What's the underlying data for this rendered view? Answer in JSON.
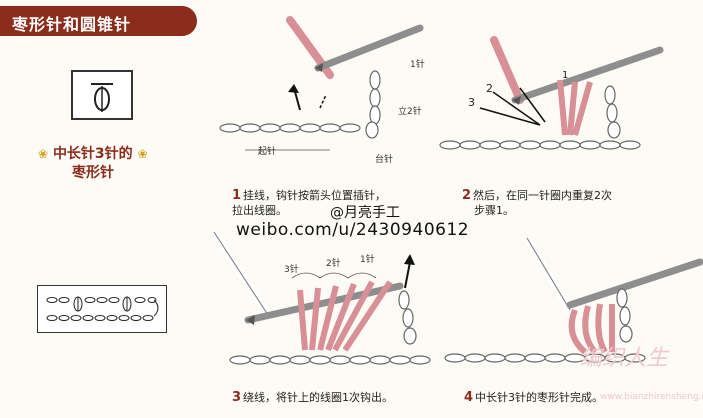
{
  "title": "枣形针和圆锥针",
  "symbol": {
    "glyph": "Ø"
  },
  "stitch_name": {
    "line1": "中长针3针的",
    "line2": "枣形针"
  },
  "steps": [
    {
      "num": "1",
      "line1": "挂线，钩针按箭头位置插针，",
      "line2": "拉出线圈。"
    },
    {
      "num": "2",
      "line1": "然后，在同一针圈内重复2次",
      "line2": "步骤1。"
    },
    {
      "num": "3",
      "line1": "绕线，将针上的线圈1次钩出。",
      "line2": ""
    },
    {
      "num": "4",
      "line1": "中长针3针的枣形针完成。",
      "line2": ""
    }
  ],
  "labels": {
    "qizhen": "起针",
    "taizhen": "台针",
    "li2zhen": "立2针",
    "zhen1": "1针",
    "zhen2": "2针",
    "zhen3": "3针",
    "n1": "1",
    "n2": "2",
    "n3": "3"
  },
  "watermark": {
    "handle": "@月亮手工",
    "url": "weibo.com/u/2430940612",
    "brand": "编织人生",
    "site": "www.bianzhirensheng.com"
  },
  "colors": {
    "accent": "#8b2d1b",
    "yarn": "#d98f96",
    "gold": "#d4a21e"
  }
}
